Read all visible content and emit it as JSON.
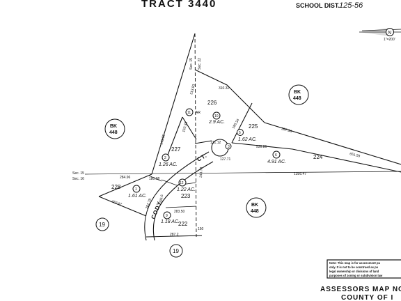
{
  "header": {
    "title": "TRACT 3440",
    "school_label": "SCHOOL DIST.",
    "school_value": "125-56"
  },
  "north_arrow": {
    "symbol": "N",
    "scale": "1\"=200'"
  },
  "book_refs": [
    {
      "id": "bk-top-right",
      "book": "BK",
      "number": "448"
    },
    {
      "id": "bk-left",
      "book": "BK",
      "number": "448"
    },
    {
      "id": "bk-bottom-right",
      "book": "BK",
      "number": "448"
    }
  ],
  "neighbor_labels": [
    {
      "id": "n19-left",
      "label": "19",
      "circled": true
    },
    {
      "id": "n19-bottom",
      "label": "19",
      "circled": true
    }
  ],
  "parcels": [
    {
      "id": "p226",
      "number": "226",
      "lot": "10",
      "acreage": "2.9 AC."
    },
    {
      "id": "p225",
      "number": "225",
      "lot": "5",
      "acreage": "1.62 AC."
    },
    {
      "id": "p224",
      "number": "224",
      "lot": "6",
      "acreage": "4.91 AC."
    },
    {
      "id": "p227",
      "number": "227",
      "lot": "2",
      "acreage": "1.26 AC."
    },
    {
      "id": "p223",
      "number": "223",
      "lot": "12",
      "acreage": "1.22 AC."
    },
    {
      "id": "p222",
      "number": "222",
      "lot": "9",
      "acreage": "1.18 AC."
    },
    {
      "id": "p228",
      "number": "228",
      "lot": "1",
      "acreage": "1.61 AC."
    }
  ],
  "lot_marks": [
    {
      "id": "lot11",
      "lot": "11",
      "note": "AR"
    },
    {
      "id": "lot3",
      "lot": "3"
    }
  ],
  "dimensions": [
    "310.32",
    "287.54",
    "536.86",
    "651.59",
    "284.96",
    "1356.47",
    "283.50",
    "287.2",
    "152.38",
    "143.85",
    "243.79",
    "180.08",
    "196.34",
    "285.6",
    "213.83",
    "162.97",
    "127.71",
    "131.12",
    "202.78",
    "150"
  ],
  "road": {
    "name": "CODY",
    "type": "CT."
  },
  "sections": {
    "top_left": "Sec. 15",
    "top_right": "Sec. 22",
    "left_upper": "Sec. 15",
    "left_lower": "Sec. 16"
  },
  "note": {
    "lines": [
      "Note: This map is for assessment pu",
      "only. It is not to be construed as po",
      "legal ownership or divisions of land",
      "purposes of zoning or subdivision law"
    ]
  },
  "footer": {
    "line1": "ASSESSORS MAP NO",
    "line2": "COUNTY OF I"
  }
}
